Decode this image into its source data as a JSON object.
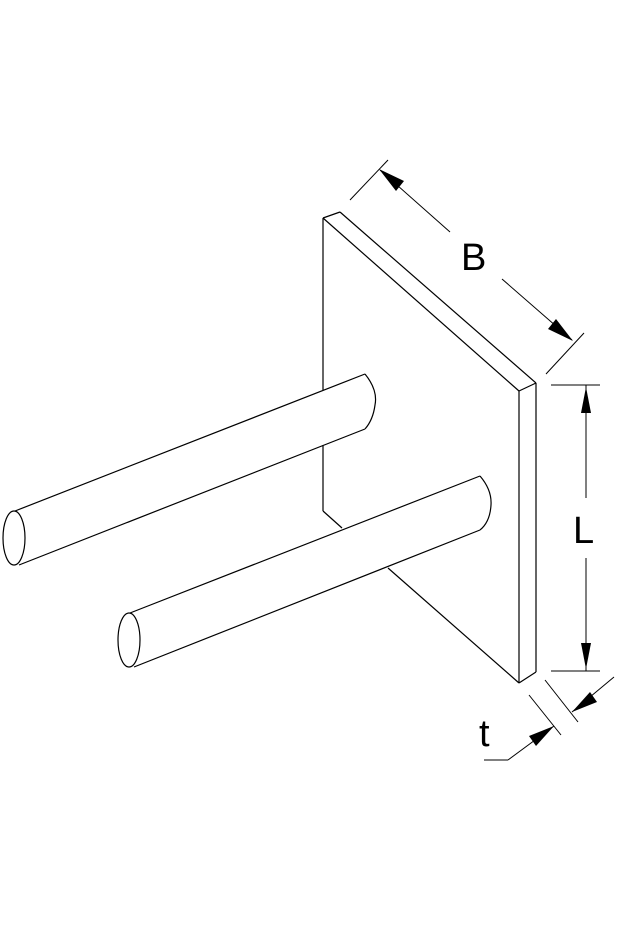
{
  "drawing": {
    "type": "isometric line drawing",
    "subject": "plate with two cylindrical rods (anchor plate)",
    "line_color": "#000000",
    "background": "#ffffff"
  },
  "dimensions": {
    "width_label": "B",
    "length_label": "L",
    "thickness_label": "t"
  },
  "components": {
    "plate": "rectangular plate",
    "rods": [
      "upper rod",
      "lower rod"
    ]
  }
}
